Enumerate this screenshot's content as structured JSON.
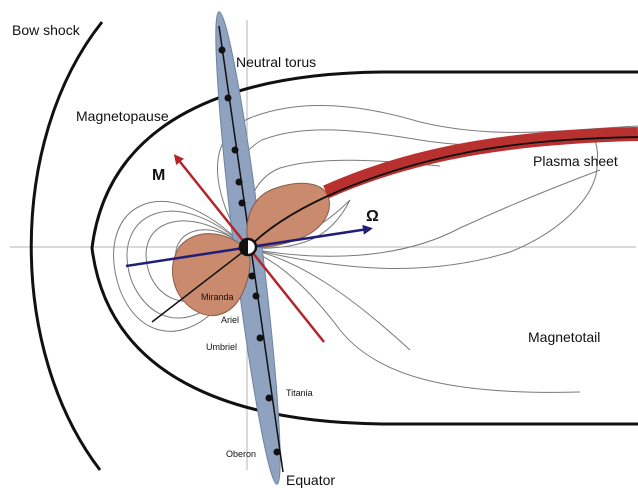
{
  "labels": {
    "bow_shock": "Bow shock",
    "neutral_torus": "Neutral torus",
    "magnetopause": "Magnetopause",
    "plasma_sheet": "Plasma sheet",
    "magnetotail": "Magnetotail",
    "equator": "Equator",
    "magnetic_axis": "M",
    "rotation_axis": "Ω"
  },
  "moons": [
    "Miranda",
    "Ariel",
    "Umbriel",
    "Titania",
    "Oberon"
  ],
  "colors": {
    "outline": "#111111",
    "field_line": "#7a7a7a",
    "axis_line": "#b4b4b4",
    "torus_fill": "#8fa3c1",
    "radiation_belt_fill": "#c98a6e",
    "plasma_sheet": "#b8312f",
    "magnetic_axis": "#b3252a",
    "rotation_axis": "#1f1f78"
  }
}
